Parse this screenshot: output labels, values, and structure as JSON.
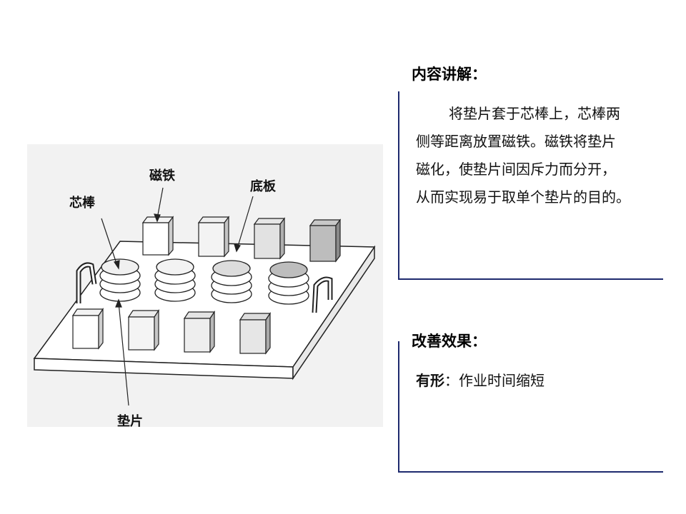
{
  "diagram": {
    "labels": {
      "magnet": "磁铁",
      "core_rod": "芯棒",
      "base_plate": "底板",
      "shim": "垫片"
    }
  },
  "explanation": {
    "title": "内容讲解：",
    "lines": [
      "将垫片套于芯棒上，芯棒两",
      "侧等距离放置磁铁。磁铁将垫片",
      "磁化，使垫片间因斥力而分开，",
      "从而实现易于取单个垫片的目的。"
    ]
  },
  "improvement": {
    "title": "改善效果：",
    "tangible_label": "有形",
    "tangible_text": "：作业时间缩短"
  },
  "colors": {
    "frame_line": "#1e2a6e",
    "scan_bg": "#f2f2f2"
  }
}
